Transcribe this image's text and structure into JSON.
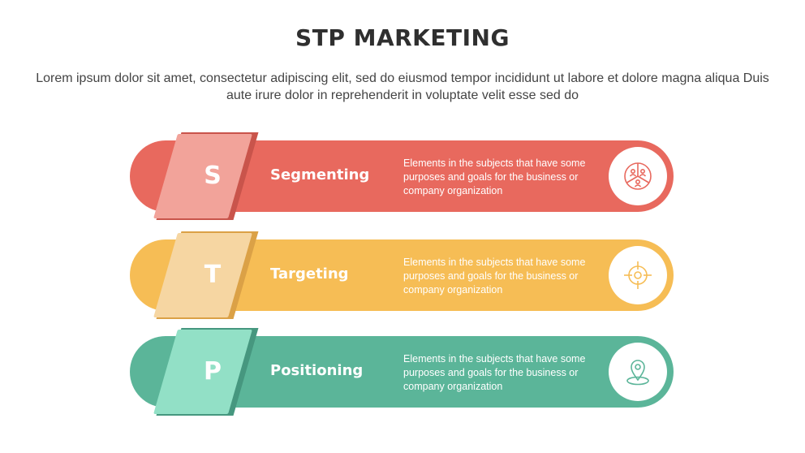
{
  "title": "STP MARKETING",
  "subtitle": "Lorem ipsum dolor sit amet, consectetur adipiscing elit, sed do eiusmod tempor incididunt ut labore et dolore magna aliqua Duis aute irure dolor in reprehenderit in voluptate velit esse sed do",
  "items": [
    {
      "letter": "S",
      "name": "Segmenting",
      "description": "Elements in the subjects that have some purposes and goals for the business or company organization",
      "icon": "segmentation-icon",
      "color": "#e8695e",
      "tag_color": "#f2a39a",
      "tag_back_color": "#c9544b"
    },
    {
      "letter": "T",
      "name": "Targeting",
      "description": "Elements in the subjects that have some purposes and goals for the business or company organization",
      "icon": "target-icon",
      "color": "#f6bd55",
      "tag_color": "#f6d6a2",
      "tag_back_color": "#dba146"
    },
    {
      "letter": "P",
      "name": "Positioning",
      "description": "Elements in the subjects that have some purposes and goals for the business or company organization",
      "icon": "location-pin-icon",
      "color": "#5bb599",
      "tag_color": "#92e0c6",
      "tag_back_color": "#46977f"
    }
  ]
}
